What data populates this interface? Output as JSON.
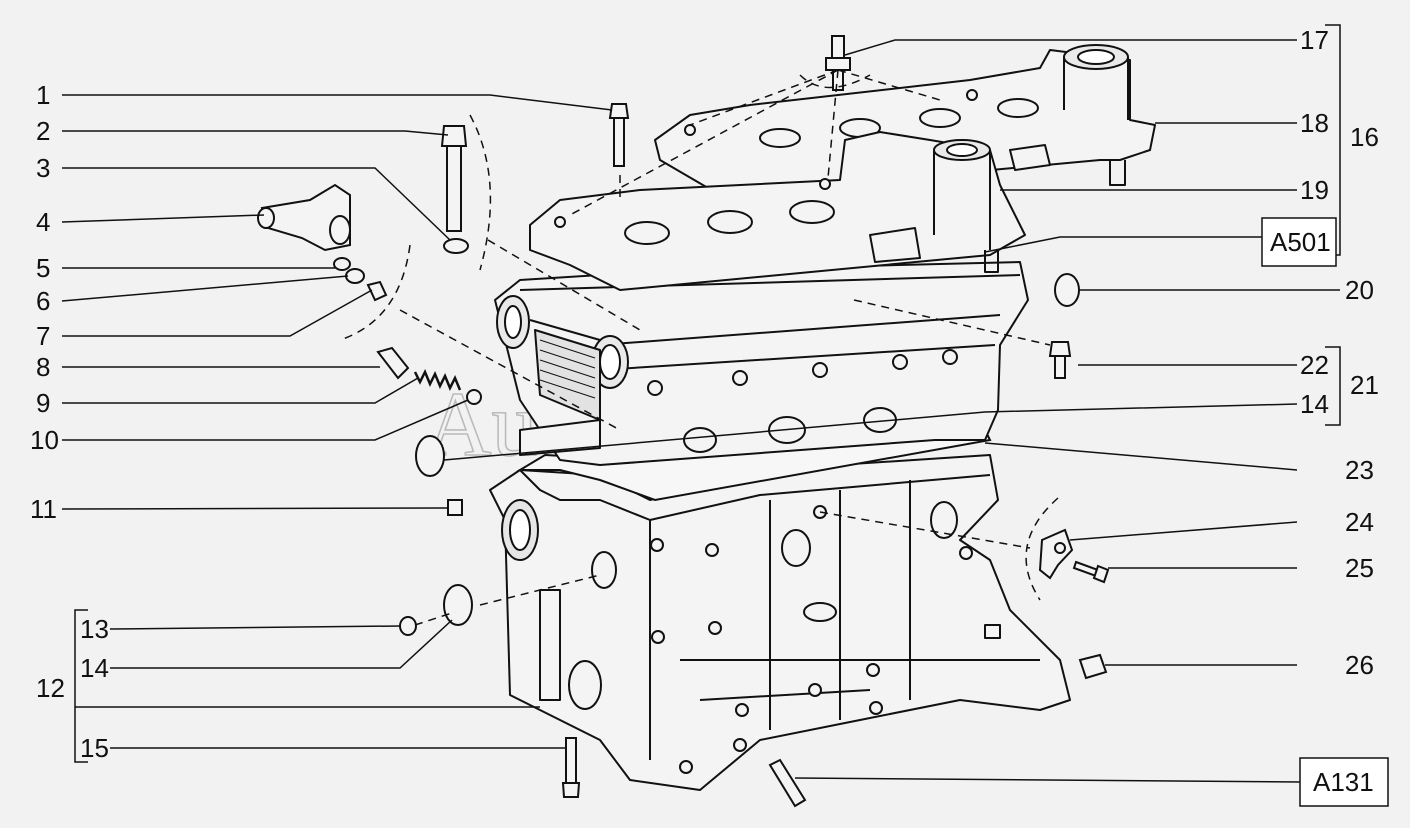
{
  "diagram": {
    "watermark": "AutoSoft",
    "callouts_left": [
      "1",
      "2",
      "3",
      "4",
      "5",
      "6",
      "7",
      "8",
      "9",
      "10",
      "11",
      "13",
      "14",
      "15"
    ],
    "callouts_right": [
      "17",
      "18",
      "19",
      "20",
      "22",
      "14",
      "23",
      "24",
      "25",
      "26"
    ],
    "group_labels": {
      "cover_group": "16",
      "bolt_group": "21",
      "seal_group": "12"
    },
    "reference_boxes": {
      "head_ref": "A501",
      "bottom_ref": "A131"
    }
  }
}
